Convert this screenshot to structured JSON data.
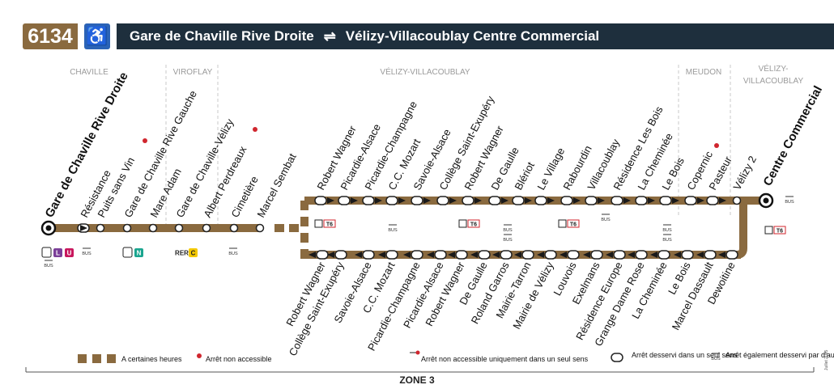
{
  "header": {
    "line_number": "6134",
    "accessible_icon": "wheelchair-icon",
    "origin": "Gare de Chaville Rive Droite",
    "destination": "Vélizy-Villacoublay Centre Commercial",
    "direction_icon": "two-way-arrow-icon"
  },
  "colors": {
    "line": "#8a6a3f",
    "header_bg": "#1e2f3d",
    "accessible": "#2b63b6",
    "alert": "#d0262e"
  },
  "communes": [
    "CHAVILLE",
    "VIROFLAY",
    "VÉLIZY-VILLACOUBLAY",
    "MEUDON",
    "VÉLIZY-",
    "VILLACOUBLAY"
  ],
  "stops_trunk": [
    "Gare de Chaville Rive Droite",
    "Résistance",
    "Puits sans Vin",
    "Gare de Chaville Rive Gauche",
    "Mare Adam",
    "Gare de Chaville-Vélizy",
    "Albert Perdreaux",
    "Cimetière",
    "Marcel Sembat"
  ],
  "stops_upper": [
    "Robert Wagner",
    "Picardie-Alsace",
    "Picardie-Champagne",
    "C.C. Mozart",
    "Savoie-Alsace",
    "Collège Saint-Exupéry",
    "Robert Wagner",
    "De Gaulle",
    "Blériot",
    "Le Village",
    "Rabourdin",
    "Villacoublay",
    "Résidence Les Bois",
    "La Cheminée",
    "Le Bois",
    "Copernic",
    "Pasteur",
    "Vélizy 2"
  ],
  "terminus_end": "Centre Commercial",
  "stops_lower": [
    "Robert Wagner",
    "Collège Saint-Exupéry",
    "Savoie-Alsace",
    "C.C. Mozart",
    "Picardie-Champagne",
    "Picardie-Alsace",
    "Robert Wagner",
    "De Gaulle",
    "Roland Garros",
    "Mairie-Tarron",
    "Mairie de Vélizy",
    "Louvois",
    "Exelmans",
    "Résidence Europe",
    "Grange Dame Rose",
    "La Cheminée",
    "Le Bois",
    "Marcel Dassault",
    "Dewoitine"
  ],
  "connections": {
    "bus": "BUS",
    "l_badge": "L",
    "u_badge": "U",
    "n_badge": "N",
    "c_badge": "C",
    "rer_badge": "RER",
    "t6_badge": "T6"
  },
  "legend": {
    "peak_hours": "A certaines heures",
    "not_accessible": "Arrêt non accessible",
    "one_way_not_accessible": "Arrêt non accessible uniquement dans un seul sens",
    "one_way_served": "Arrêt desservi dans un seul sens",
    "other_lines": "Arrêt également desservi par d'autres lignes de bus"
  },
  "date": "Juillet 2025",
  "zone": "ZONE 3"
}
